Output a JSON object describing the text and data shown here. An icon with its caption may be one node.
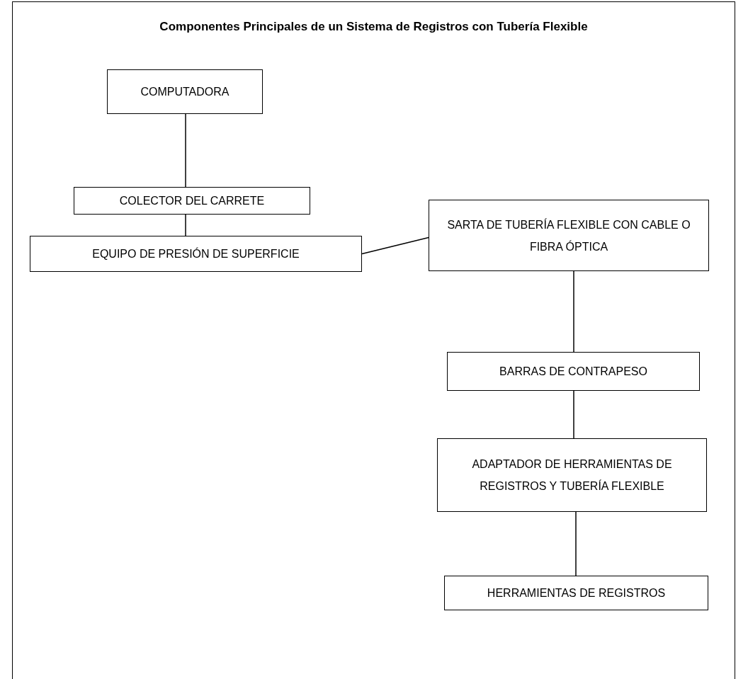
{
  "diagram": {
    "title": "Componentes Principales de un Sistema de Registros con Tubería Flexible",
    "nodes": [
      {
        "text": [
          "COMPUTADORA"
        ]
      },
      {
        "text": [
          "COLECTOR DEL CARRETE"
        ]
      },
      {
        "text": [
          "EQUIPO DE PRESIÓN DE SUPERFICIE"
        ]
      },
      {
        "text": [
          "SARTA DE TUBERÍA FLEXIBLE CON CABLE O FIBRA ÓPTICA"
        ]
      },
      {
        "text": [
          "BARRAS DE CONTRAPESO"
        ]
      },
      {
        "text": [
          "ADAPTADOR DE HERRAMIENTAS DE REGISTROS Y TUBERÍA FLEXIBLE"
        ]
      },
      {
        "text": [
          "HERRAMIENTAS DE REGISTROS"
        ]
      }
    ],
    "edges": [
      {
        "from": 0,
        "to": 1,
        "arrow": "none"
      },
      {
        "from": 1,
        "to": 2,
        "arrow": "none"
      },
      {
        "from": 2,
        "to": 3,
        "arrow": "none"
      },
      {
        "from": 3,
        "to": 4,
        "arrow": "none"
      },
      {
        "from": 4,
        "to": 5,
        "arrow": "none"
      },
      {
        "from": 5,
        "to": 6,
        "arrow": "none"
      }
    ]
  }
}
